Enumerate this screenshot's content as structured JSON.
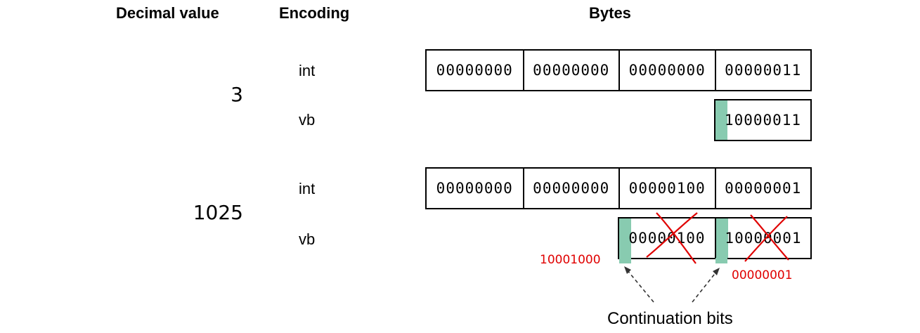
{
  "headers": {
    "decimal": "Decimal value",
    "encoding": "Encoding",
    "bytes": "Bytes"
  },
  "examples": [
    {
      "decimal": "3",
      "int_label": "int",
      "int_bytes": [
        "00000000",
        "00000000",
        "00000000",
        "00000011"
      ],
      "vb_label": "vb",
      "vb_bytes": [
        "10000011"
      ]
    },
    {
      "decimal": "1025",
      "int_label": "int",
      "int_bytes": [
        "00000000",
        "00000000",
        "00000100",
        "00000001"
      ],
      "vb_label": "vb",
      "vb_bytes": [
        "00000100",
        "10000001"
      ]
    }
  ],
  "annotations": {
    "corrected_left": "10001000",
    "corrected_right": "00000001",
    "caption": "Continuation bits"
  },
  "colors": {
    "continuation_bit": "#88cbb0",
    "correction": "#e00000"
  }
}
